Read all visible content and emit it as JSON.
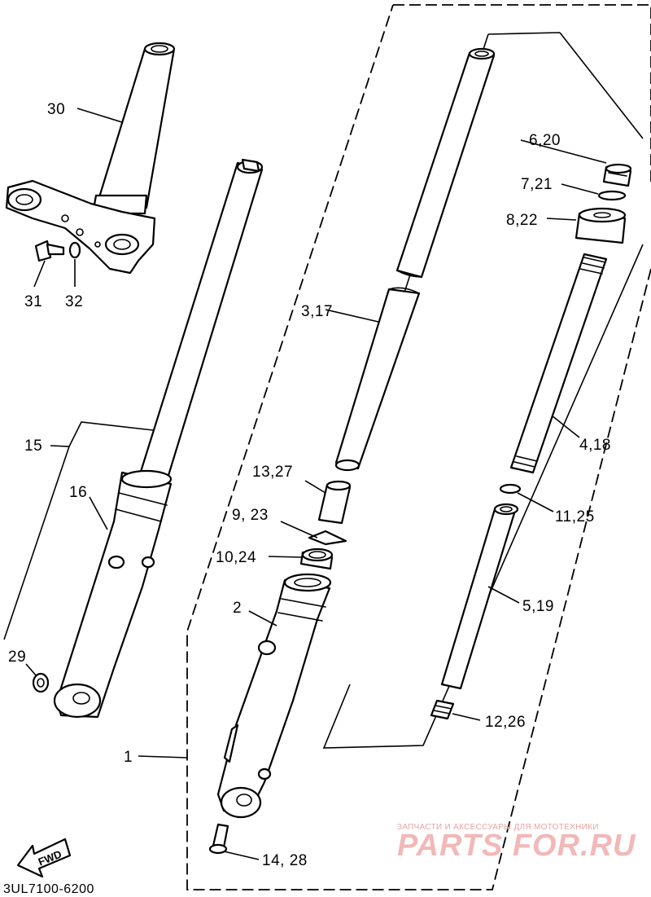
{
  "callouts": {
    "c1": "1",
    "c2": "2",
    "c3_17": "3,17",
    "c4_18": "4,18",
    "c5_19": "5,19",
    "c6_20": "6,20",
    "c7_21": "7,21",
    "c8_22": "8,22",
    "c9_23": "9, 23",
    "c10_24": "10,24",
    "c11_25": "11,25",
    "c12_26": "12,26",
    "c13_27": "13,27",
    "c14_28": "14, 28",
    "c15": "15",
    "c16": "16",
    "c29": "29",
    "c30": "30",
    "c31": "31",
    "c32": "32"
  },
  "fwd_label": "FWD",
  "diagram_code": "3UL7100-6200",
  "watermark": {
    "tagline": "ЗАПЧАСТИ И АКСЕССУАРЫ ДЛЯ МОТОТЕХНИКИ",
    "brand": "PARTS FOR.RU"
  },
  "colors": {
    "line": "#000000",
    "background": "#ffffff",
    "watermark": "#f2b8b8"
  }
}
